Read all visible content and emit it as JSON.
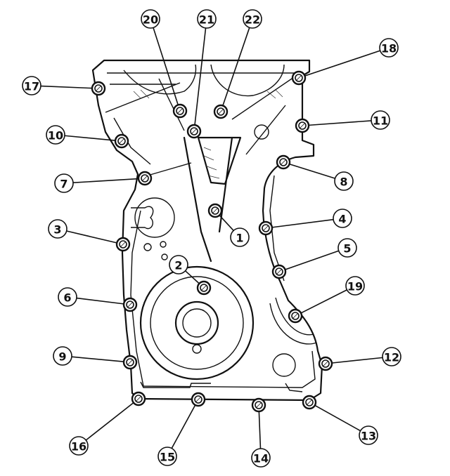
{
  "callouts": [
    {
      "label": "1",
      "bolt": [
        306,
        300
      ],
      "tag": [
        341,
        338
      ]
    },
    {
      "label": "2",
      "bolt": [
        290,
        410
      ],
      "tag": [
        254,
        377
      ]
    },
    {
      "label": "3",
      "bolt": [
        175,
        348
      ],
      "tag": [
        82,
        326
      ]
    },
    {
      "label": "4",
      "bolt": [
        378,
        325
      ],
      "tag": [
        487,
        311
      ]
    },
    {
      "label": "5",
      "bolt": [
        397,
        387
      ],
      "tag": [
        494,
        353
      ]
    },
    {
      "label": "6",
      "bolt": [
        185,
        434
      ],
      "tag": [
        96,
        423
      ]
    },
    {
      "label": "7",
      "bolt": [
        206,
        254
      ],
      "tag": [
        91,
        261
      ]
    },
    {
      "label": "8",
      "bolt": [
        403,
        231
      ],
      "tag": [
        489,
        258
      ]
    },
    {
      "label": "9",
      "bolt": [
        185,
        516
      ],
      "tag": [
        89,
        507
      ]
    },
    {
      "label": "10",
      "bolt": [
        173,
        201
      ],
      "tag": [
        79,
        192
      ]
    },
    {
      "label": "11",
      "bolt": [
        430,
        179
      ],
      "tag": [
        541,
        171
      ]
    },
    {
      "label": "12",
      "bolt": [
        463,
        518
      ],
      "tag": [
        557,
        508
      ]
    },
    {
      "label": "13",
      "bolt": [
        440,
        573
      ],
      "tag": [
        524,
        620
      ]
    },
    {
      "label": "14",
      "bolt": [
        368,
        577
      ],
      "tag": [
        371,
        652
      ]
    },
    {
      "label": "15",
      "bolt": [
        282,
        569
      ],
      "tag": [
        238,
        650
      ]
    },
    {
      "label": "16",
      "bolt": [
        197,
        568
      ],
      "tag": [
        112,
        635
      ]
    },
    {
      "label": "17",
      "bolt": [
        140,
        126
      ],
      "tag": [
        45,
        122
      ]
    },
    {
      "label": "18",
      "bolt": [
        425,
        111
      ],
      "tag": [
        553,
        68
      ]
    },
    {
      "label": "19",
      "bolt": [
        420,
        450
      ],
      "tag": [
        505,
        407
      ]
    },
    {
      "label": "20",
      "bolt": [
        256,
        158
      ],
      "tag": [
        214,
        27
      ]
    },
    {
      "label": "21",
      "bolt": [
        276,
        187
      ],
      "tag": [
        294,
        27
      ]
    },
    {
      "label": "22",
      "bolt": [
        314,
        159
      ],
      "tag": [
        359,
        27
      ]
    }
  ],
  "colors": {
    "ink": "#111111",
    "paper": "#ffffff"
  }
}
